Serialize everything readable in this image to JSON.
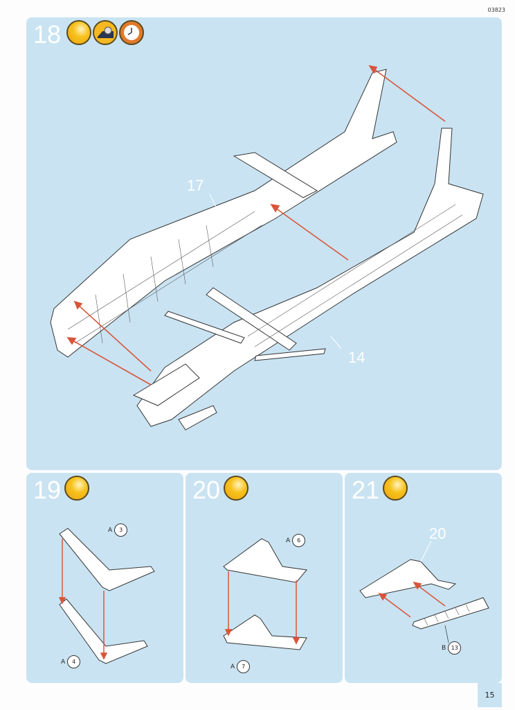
{
  "header": {
    "code": "03823"
  },
  "page_number": "15",
  "steps": [
    {
      "number": "18",
      "icons": [
        "glue-icon",
        "tape-icon",
        "clock-icon"
      ],
      "callouts": [
        "17",
        "14"
      ]
    },
    {
      "number": "19",
      "icons": [
        "glue-icon"
      ],
      "parts": [
        {
          "sprue": "A",
          "part": "3"
        },
        {
          "sprue": "A",
          "part": "4"
        }
      ]
    },
    {
      "number": "20",
      "icons": [
        "glue-icon"
      ],
      "parts": [
        {
          "sprue": "A",
          "part": "6"
        },
        {
          "sprue": "A",
          "part": "7"
        }
      ]
    },
    {
      "number": "21",
      "icons": [
        "glue-icon"
      ],
      "callouts": [
        "20"
      ],
      "parts": [
        {
          "sprue": "B",
          "part": "13"
        }
      ]
    }
  ],
  "colors": {
    "panel": "#c9e3f2",
    "arrow": "#d9553a",
    "glue": "#f7c21c"
  }
}
